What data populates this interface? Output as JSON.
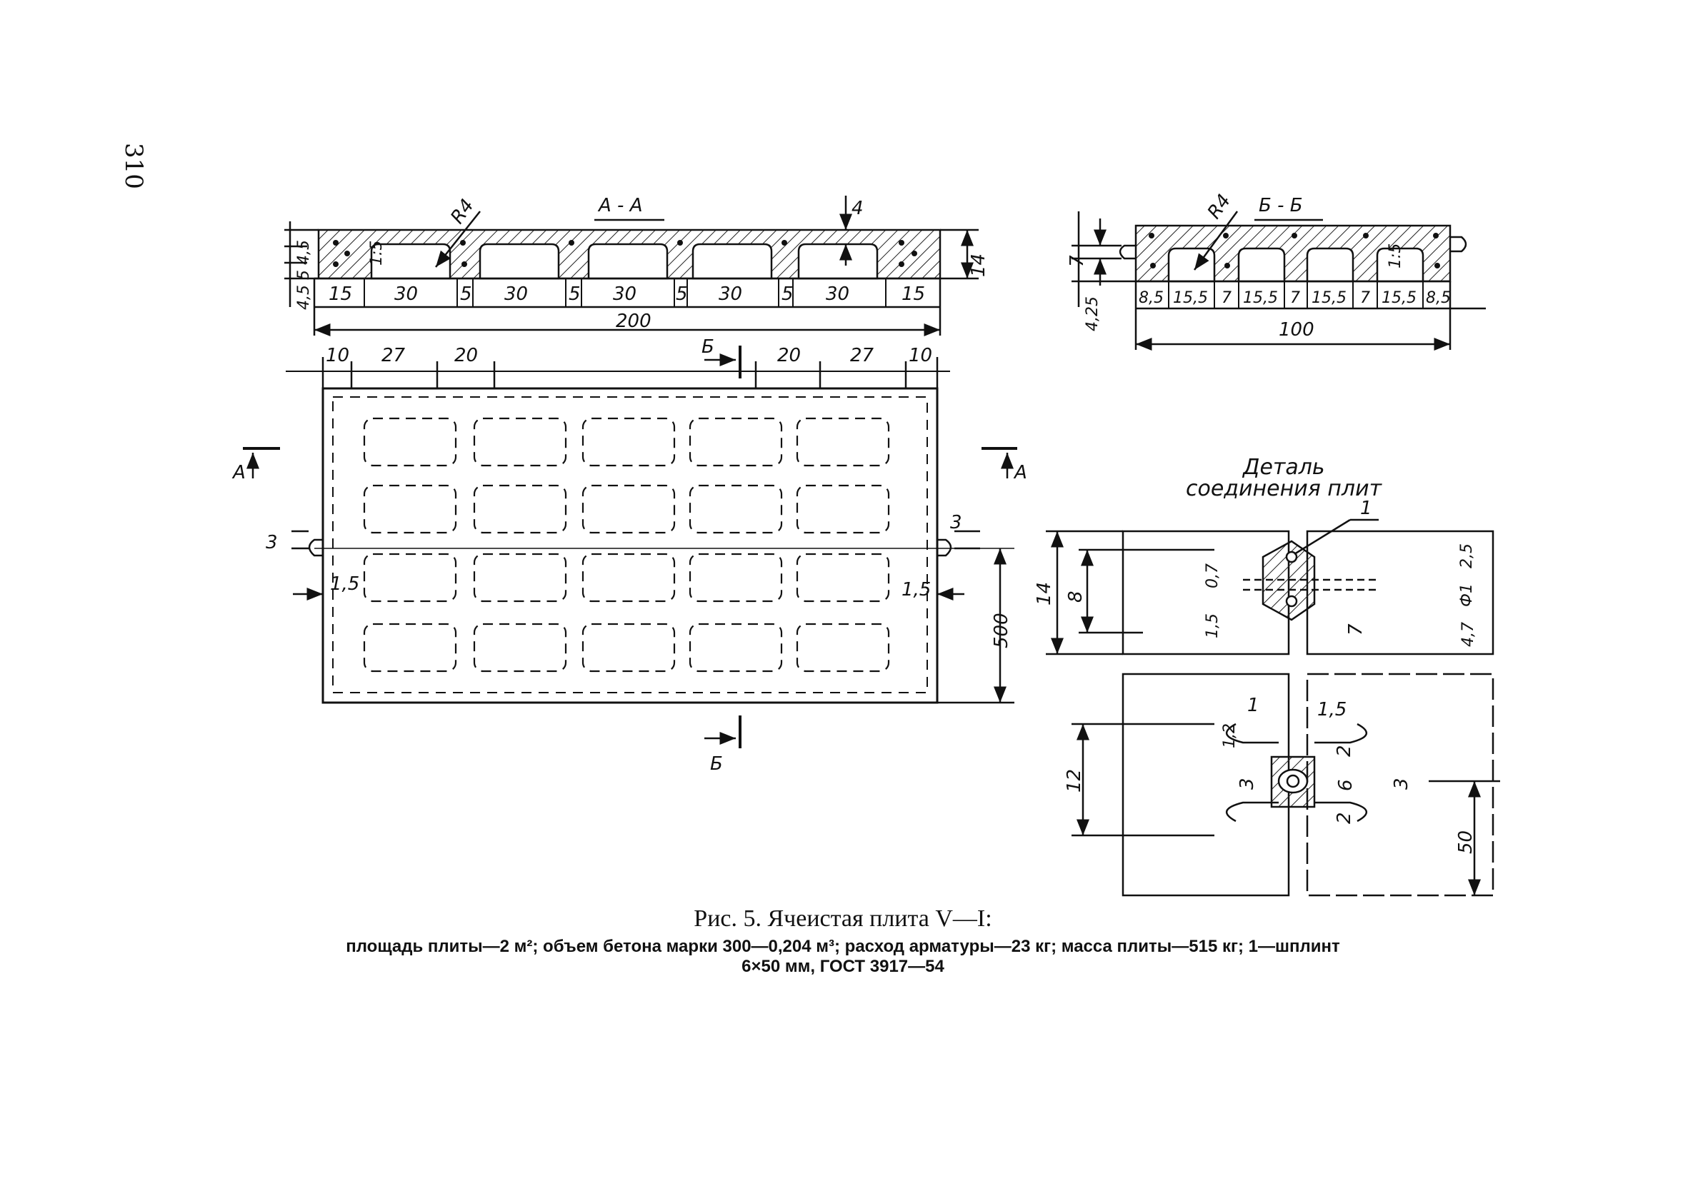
{
  "page_number": "310",
  "figure": {
    "title": "Рис. 5. Ячеистая плита V—I:",
    "caption_line1": "площадь плиты—2 м²; объем бетона марки 300—0,204 м³; расход арматуры—23 кг; масса плиты—515 кг; 1—шплинт",
    "caption_line2": "6×50 мм, ГОСТ 3917—54"
  },
  "section_aa": {
    "title": "А - А",
    "radius": "R4",
    "thickness_top": "4",
    "height": "14",
    "left_dims": "4,5 5 4,5",
    "chamfer": "1:5",
    "segments": [
      "15",
      "30",
      "5",
      "30",
      "5",
      "30",
      "5",
      "30",
      "5",
      "30",
      "15"
    ],
    "total": "200"
  },
  "section_bb": {
    "title": "Б - Б",
    "radius": "R4",
    "dim_7": "7",
    "dim_425": "4,25",
    "chamfer": "1:5",
    "segments": [
      "8,5",
      "15,5",
      "7",
      "15,5",
      "7",
      "15,5",
      "7",
      "15,5",
      "8,5"
    ],
    "total": "100"
  },
  "plan": {
    "top_dims": [
      "10",
      "27",
      "20",
      "20",
      "27",
      "10"
    ],
    "cut_b_top": "Б",
    "cut_b_bottom": "Б",
    "cut_a_left": "А",
    "cut_a_right": "А",
    "dim_3_left": "3",
    "dim_3_right": "3",
    "dim_15_left": "1,5",
    "dim_15_right": "1,5",
    "dim_500": "500"
  },
  "detail": {
    "title_line1": "Деталь",
    "title_line2": "соединения плит",
    "callout_1": "1",
    "upper": {
      "d14": "14",
      "d8": "8",
      "d07": "0,7",
      "d15": "1,5",
      "d25": "2,5",
      "phi": "Ф1",
      "d7": "7",
      "d47": "4,7"
    },
    "lower": {
      "d1": "1",
      "d15": "1,5",
      "d12": "12",
      "d12b": "1,2",
      "d3a": "3",
      "d2a": "2",
      "d6": "6",
      "d2b": "2",
      "d3b": "3",
      "d50": "50"
    }
  }
}
